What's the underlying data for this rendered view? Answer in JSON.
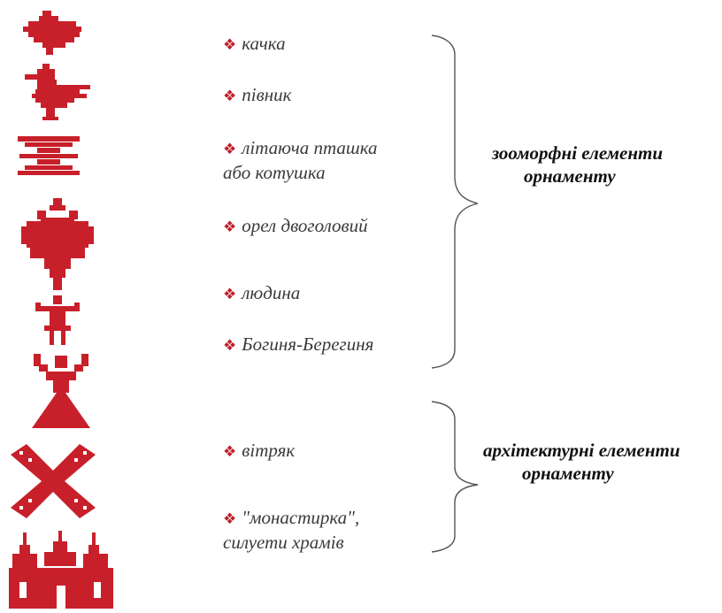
{
  "colors": {
    "ornament": "#c8202a",
    "bullet": "#c0202a",
    "text": "#3a3a3a"
  },
  "icons": [
    "duck-motif-icon",
    "rooster-motif-icon",
    "flying-bird-motif-icon",
    "double-headed-eagle-motif-icon",
    "human-figure-motif-icon",
    "berehynia-goddess-motif-icon",
    "windmill-motif-icon",
    "church-silhouette-motif-icon"
  ],
  "zoomorphic_items": [
    {
      "line1": "качка",
      "line2": ""
    },
    {
      "line1": "півник",
      "line2": ""
    },
    {
      "line1": "літаюча пташка",
      "line2": "або котушка"
    },
    {
      "line1": "орел двоголовий",
      "line2": ""
    },
    {
      "line1": "людина",
      "line2": ""
    },
    {
      "line1": "Богиня-Берегиня",
      "line2": ""
    }
  ],
  "architectural_items": [
    {
      "line1": "вітряк",
      "line2": ""
    },
    {
      "line1": "\"монастирка\",",
      "line2": "силуети храмів"
    }
  ],
  "group_labels": {
    "zoomorphic": {
      "line1": "зооморфні елементи",
      "line2": "орнаменту"
    },
    "architectural": {
      "line1": "архітектурні елементи",
      "line2": "орнаменту"
    }
  },
  "bullet_symbol": "❖"
}
